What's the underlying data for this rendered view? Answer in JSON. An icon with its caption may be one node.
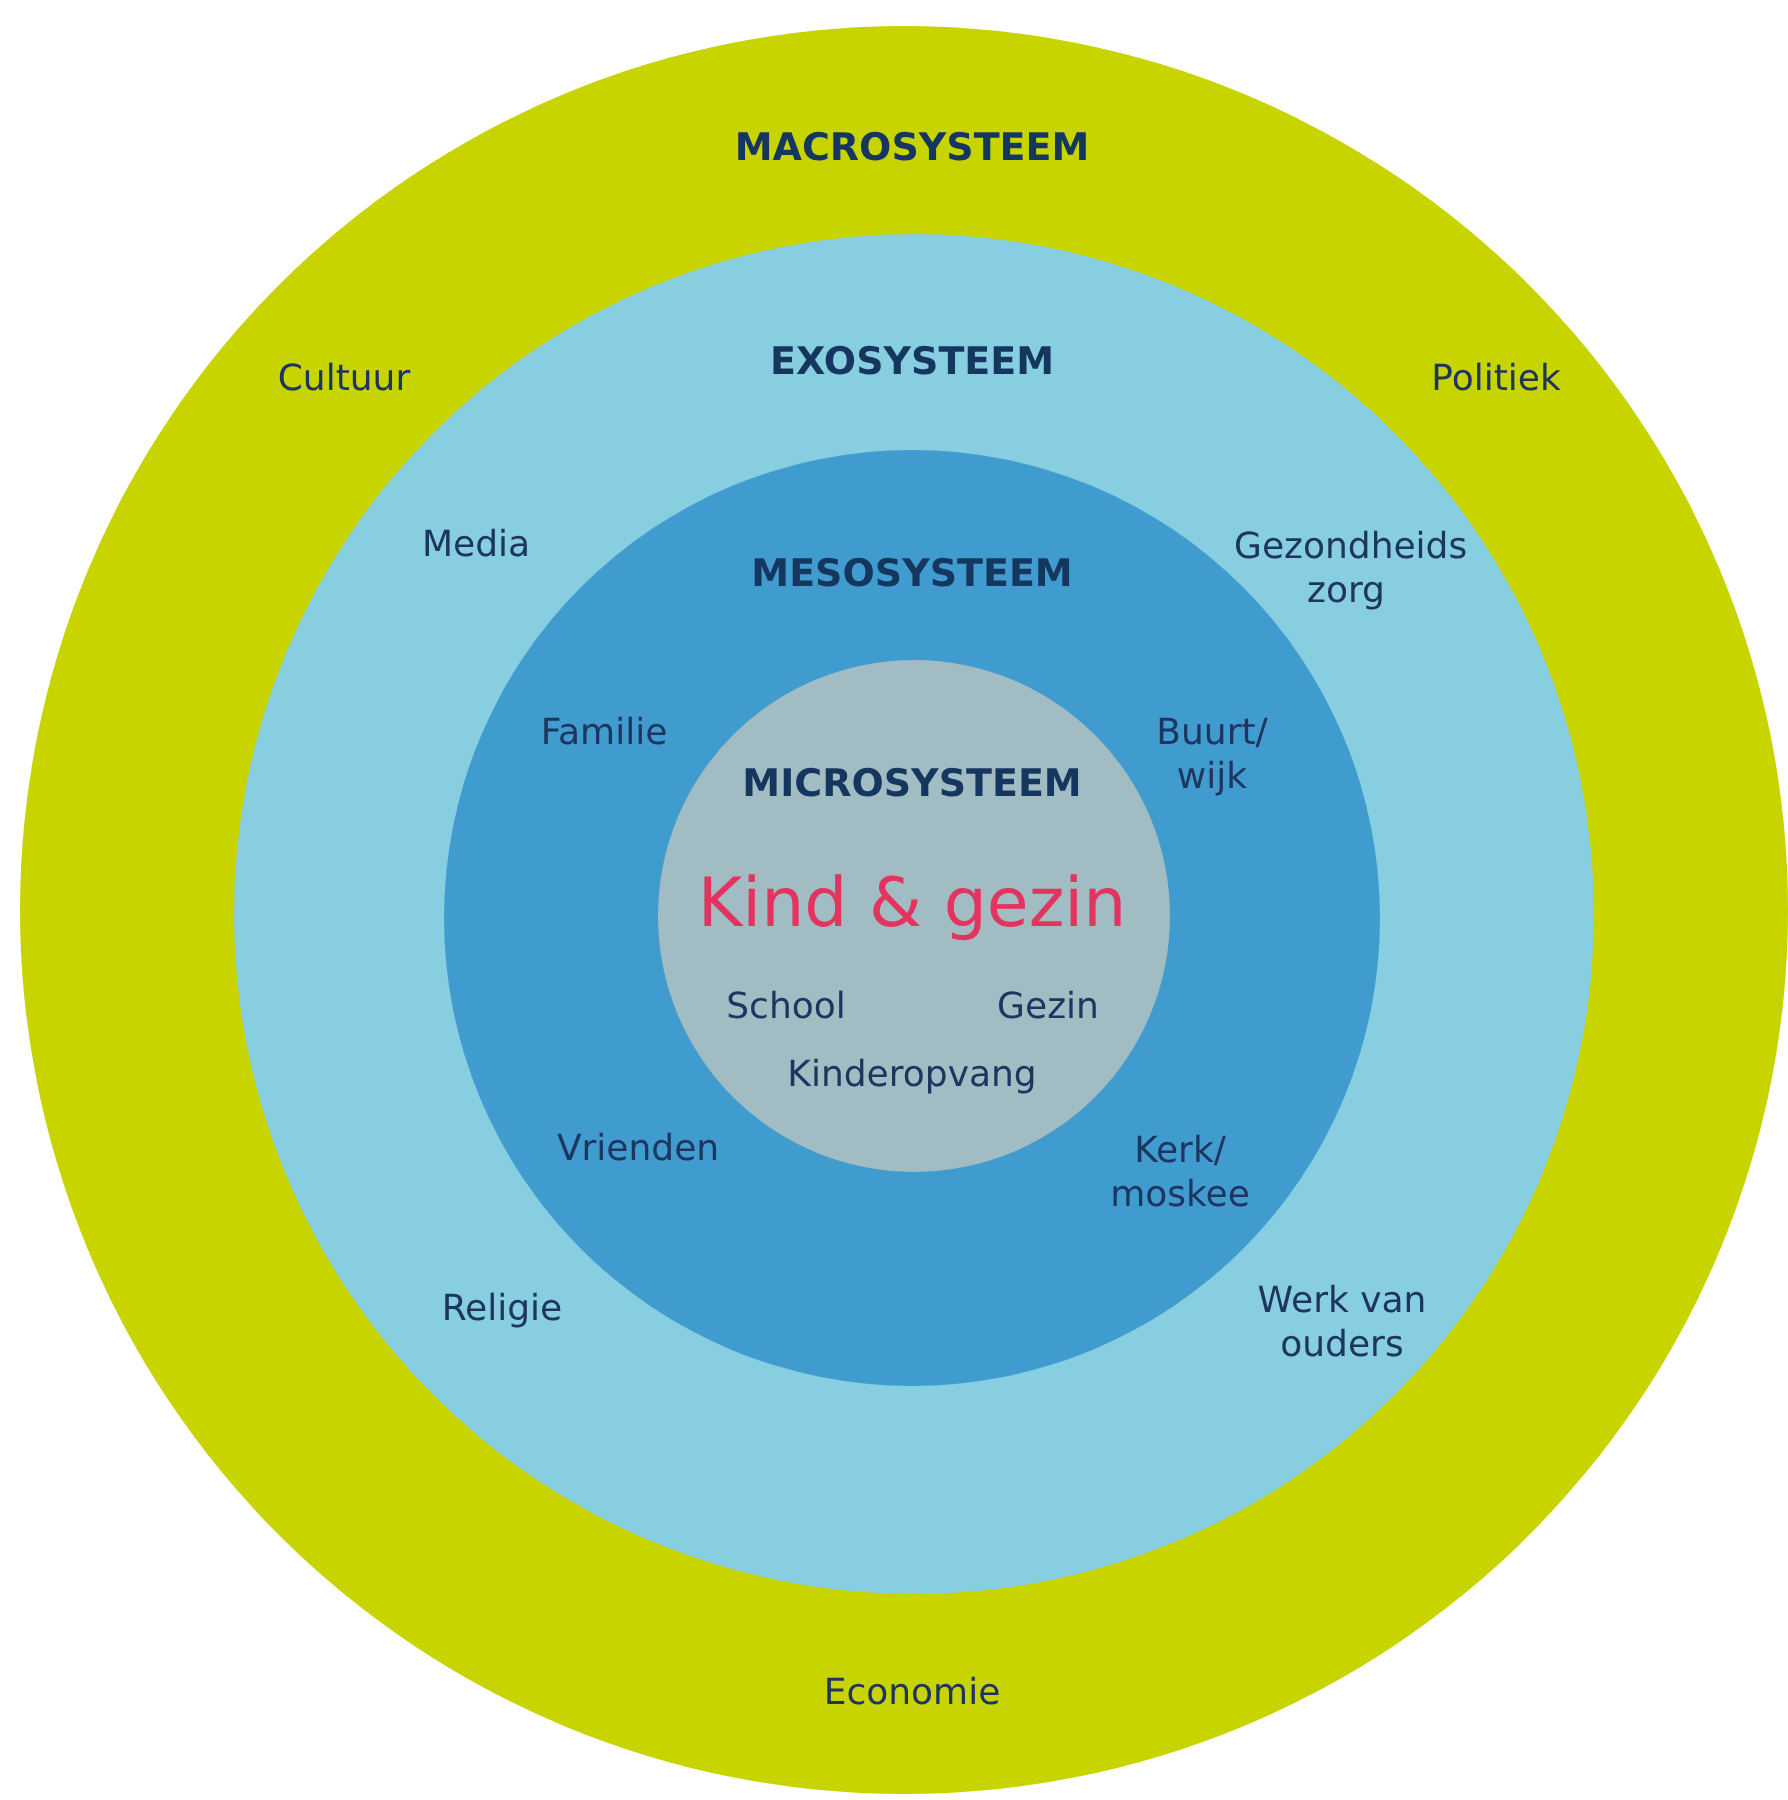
{
  "diagram": {
    "nodes": [
      {
        "text": [
          "MACROSYSTEEM",
          "Economie"
        ]
      },
      {
        "text": [
          "EXOSYSTEEM"
        ],
        "in": 0
      },
      {
        "text": [
          "MESOSYSTEEM"
        ],
        "in": 1
      },
      {
        "text": [
          "MICROSYSTEEM",
          "Kind & gezin",
          "School",
          "Gezin",
          "Kinderopvang"
        ],
        "in": 2
      }
    ],
    "labels": [
      "Cultuur",
      "Politiek",
      "Media",
      "Gezondheids zorg",
      "Familie",
      "Buurt/ wijk",
      "Vrienden",
      "Kerk/ moskee",
      "Religie",
      "Werk van ouders"
    ]
  }
}
